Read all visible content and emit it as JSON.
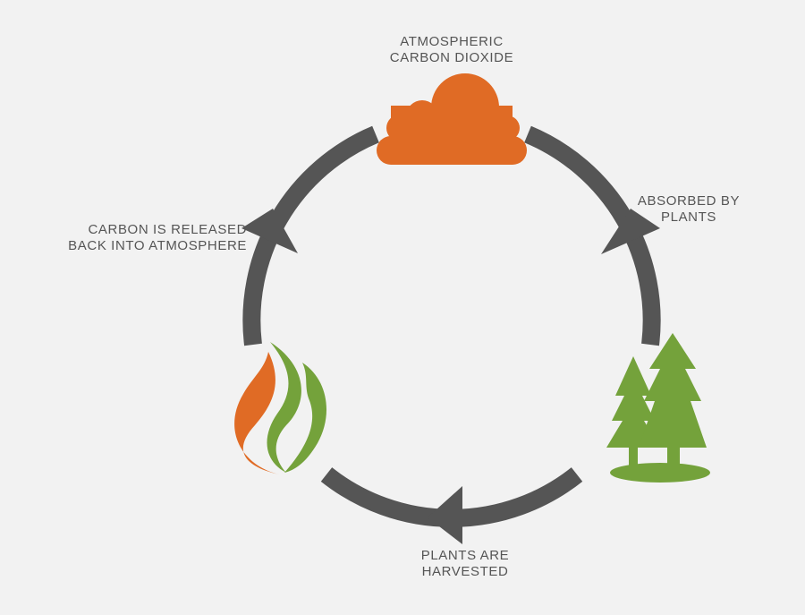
{
  "labels": {
    "atmospheric": [
      "ATMOSPHERIC",
      "CARBON DIOXIDE"
    ],
    "absorbed": [
      "ABSORBED BY",
      "PLANTS"
    ],
    "harvested": [
      "PLANTS ARE",
      "HARVESTED"
    ],
    "released": [
      "CARBON IS RELEASED",
      "BACK INTO ATMOSPHERE"
    ]
  },
  "icons": {
    "cloud": "cloud-icon",
    "trees": "pine-trees-icon",
    "flame": "flame-icon"
  },
  "colors": {
    "background": "#f2f2f2",
    "arrow": "#555555",
    "orange": "#e06b25",
    "green": "#74a23b",
    "text": "#555555"
  }
}
